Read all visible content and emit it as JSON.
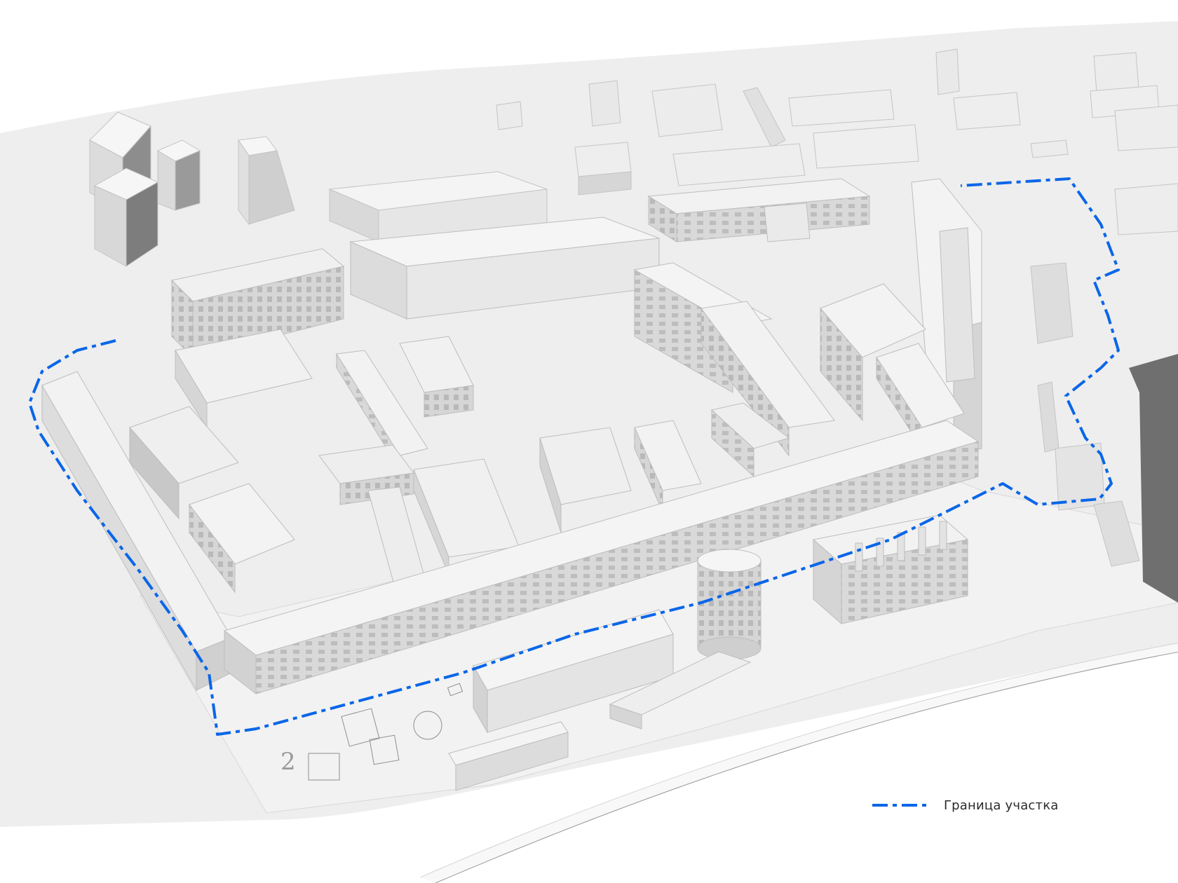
{
  "legend": {
    "label": "Граница участка",
    "line_color": "#0a66e8"
  },
  "site_boundary": {
    "style": "dash-dot",
    "color": "#0a66e8"
  },
  "ground_marking": "2",
  "colors": {
    "terrain": "#f4f4f4",
    "ground": "#ececec",
    "building_top": "#f3f3f3",
    "building_side": "#dcdcdc",
    "building_shadow": "#c9c9c9"
  }
}
